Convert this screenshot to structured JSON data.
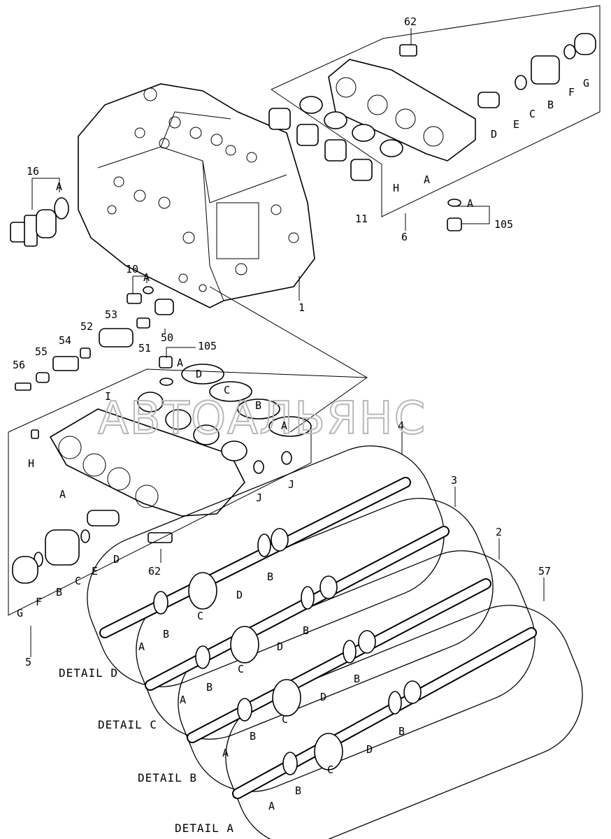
{
  "watermark": "АВТОАЛЬЯНС",
  "labels": {
    "p62_top": "62",
    "p62_bot": "62",
    "p16": "16",
    "p10": "10",
    "p1": "1",
    "p6": "6",
    "p11": "11",
    "p105_top": "105",
    "p105_mid": "105",
    "p50": "50",
    "p51": "51",
    "p52": "52",
    "p53": "53",
    "p54": "54",
    "p55": "55",
    "p56": "56",
    "p4": "4",
    "p3": "3",
    "p2": "2",
    "p57": "57",
    "p5": "5"
  },
  "letters": {
    "A": "A",
    "B": "B",
    "C": "C",
    "D": "D",
    "E": "E",
    "F": "F",
    "G": "G",
    "H": "H",
    "I": "I",
    "J": "J"
  },
  "details": {
    "d": "DETAIL D",
    "c": "DETAIL C",
    "b": "DETAIL B",
    "a": "DETAIL A"
  }
}
